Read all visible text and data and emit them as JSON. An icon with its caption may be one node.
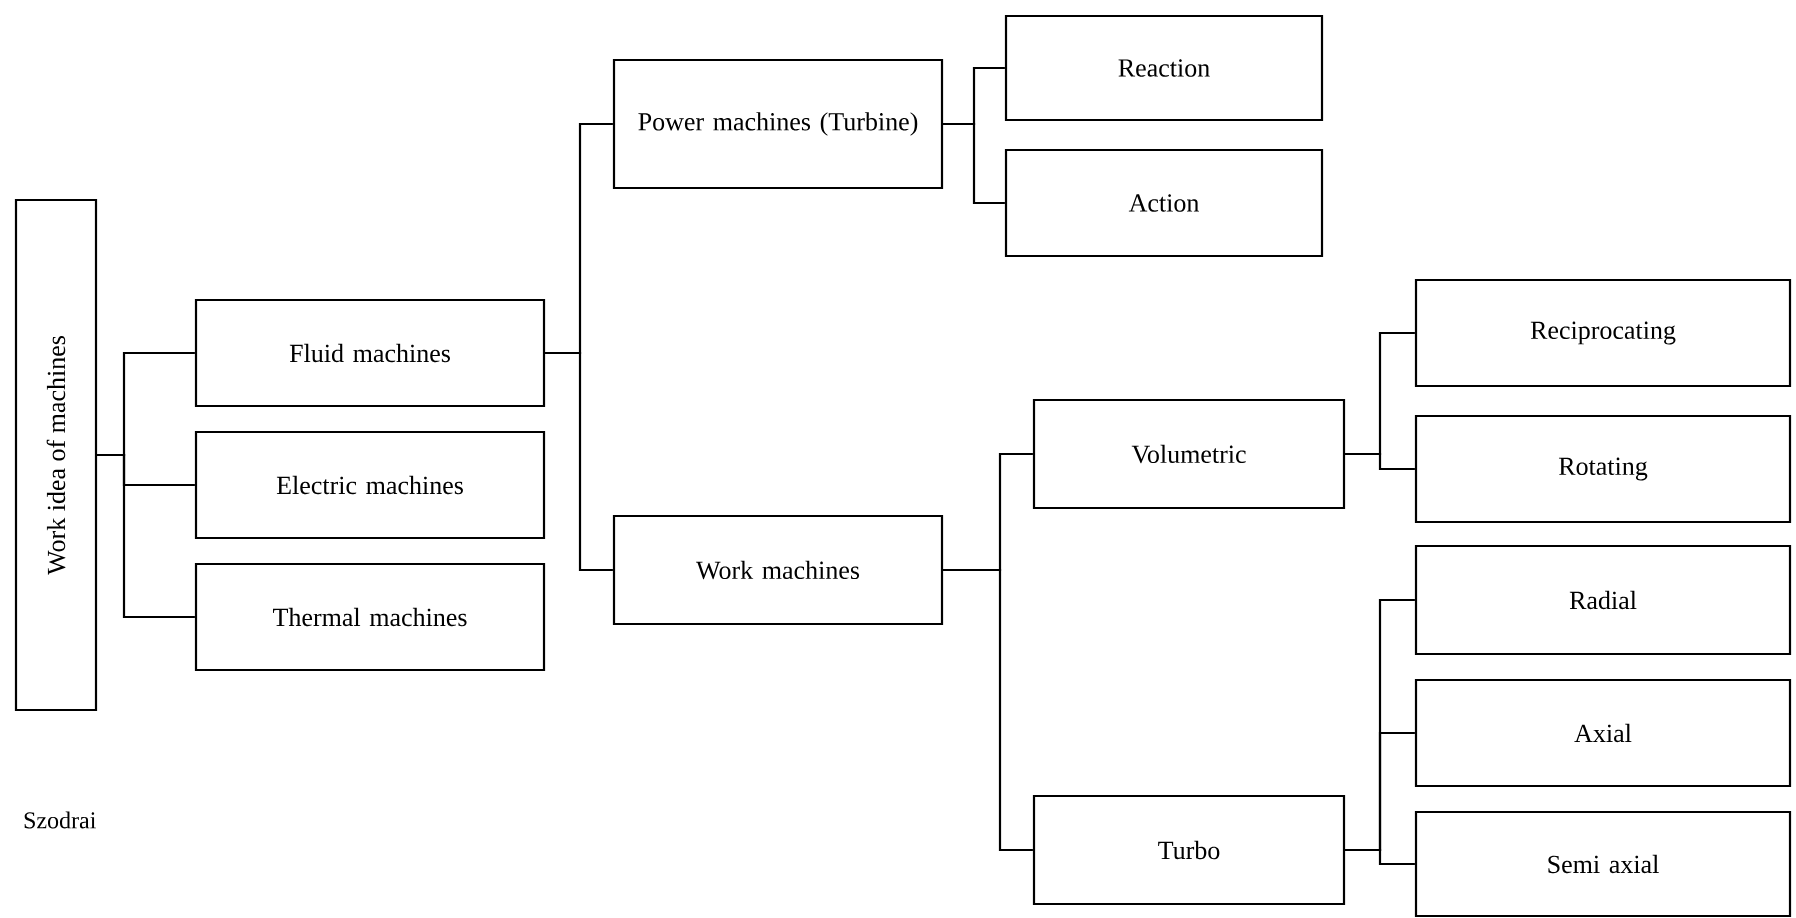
{
  "diagram": {
    "nodes": [
      {
        "text": [
          "Work idea of machines"
        ]
      },
      {
        "text": [
          "Fluid machines"
        ]
      },
      {
        "text": [
          "Electric machines"
        ]
      },
      {
        "text": [
          "Thermal machines"
        ]
      },
      {
        "text": [
          "Power machines (Turbine)"
        ]
      },
      {
        "text": [
          "Reaction"
        ]
      },
      {
        "text": [
          "Action"
        ]
      },
      {
        "text": [
          "Work machines"
        ]
      },
      {
        "text": [
          "Volumetric"
        ]
      },
      {
        "text": [
          "Turbo"
        ]
      },
      {
        "text": [
          "Reciprocating"
        ]
      },
      {
        "text": [
          "Rotating"
        ]
      },
      {
        "text": [
          "Radial"
        ]
      },
      {
        "text": [
          "Axial"
        ]
      },
      {
        "text": [
          "Semi axial"
        ]
      }
    ],
    "edges": [
      {
        "from": 0,
        "to": 1,
        "arrow": "none"
      },
      {
        "from": 0,
        "to": 2,
        "arrow": "none"
      },
      {
        "from": 0,
        "to": 3,
        "arrow": "none"
      },
      {
        "from": 1,
        "to": 4,
        "arrow": "none"
      },
      {
        "from": 1,
        "to": 7,
        "arrow": "none"
      },
      {
        "from": 4,
        "to": 5,
        "arrow": "none"
      },
      {
        "from": 4,
        "to": 6,
        "arrow": "none"
      },
      {
        "from": 7,
        "to": 8,
        "arrow": "none"
      },
      {
        "from": 7,
        "to": 9,
        "arrow": "none"
      },
      {
        "from": 8,
        "to": 10,
        "arrow": "none"
      },
      {
        "from": 8,
        "to": 11,
        "arrow": "none"
      },
      {
        "from": 9,
        "to": 12,
        "arrow": "none"
      },
      {
        "from": 9,
        "to": 13,
        "arrow": "none"
      },
      {
        "from": 9,
        "to": 14,
        "arrow": "none"
      }
    ],
    "labels": [
      "Szodrai"
    ]
  }
}
